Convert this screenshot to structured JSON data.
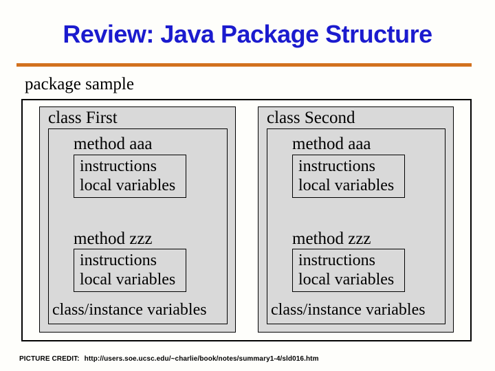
{
  "slide": {
    "title": "Review: Java Package Structure",
    "package_label": "package sample",
    "credit_label": "PICTURE CREDIT:",
    "credit_url": "http://users.soe.ucsc.edu/~charlie/book/notes/summary1-4/sld016.htm"
  },
  "diagram": {
    "classes": [
      {
        "name": "class First",
        "methods": [
          {
            "name": "method aaa",
            "lines": [
              "instructions",
              "local variables"
            ]
          },
          {
            "name": "method zzz",
            "lines": [
              "instructions",
              "local variables"
            ]
          }
        ],
        "vars_label": "class/instance variables"
      },
      {
        "name": "class Second",
        "methods": [
          {
            "name": "method aaa",
            "lines": [
              "instructions",
              "local variables"
            ]
          },
          {
            "name": "method zzz",
            "lines": [
              "instructions",
              "local variables"
            ]
          }
        ],
        "vars_label": "class/instance variables"
      }
    ]
  },
  "colors": {
    "title_blue": "#1b1bce",
    "rule_orange": "#d2711e",
    "class_box_fill": "#d9d9d9",
    "border": "#000000"
  }
}
